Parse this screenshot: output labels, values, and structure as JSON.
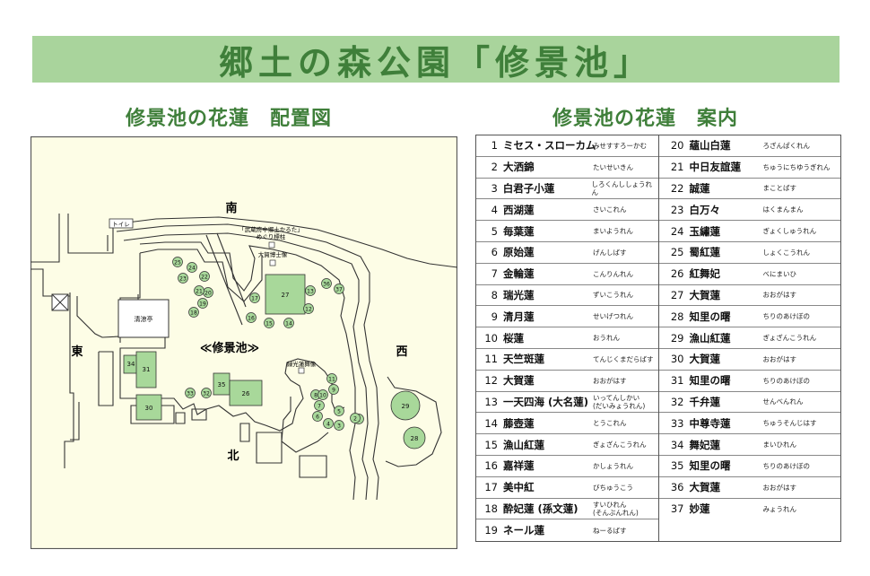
{
  "title": "郷土の森公園「修景池」",
  "map_title": "修景池の花蓮　配置図",
  "guide_title": "修景池の花蓮　案内",
  "map": {
    "directions": {
      "south": "南",
      "north": "北",
      "east": "東",
      "west": "西"
    },
    "pond_label": "≪修景池≫",
    "toilet_label": "トイレ",
    "seiryotei_label": "清涼亭",
    "karuta_label_1": "「武蔵府中郷土かるた」",
    "karuta_label_2": "めぐり標柱",
    "statue_1": "大賀博士像",
    "statue_2": "緑光蓮舞像",
    "beds": [
      "1",
      "2",
      "3",
      "4",
      "5",
      "6",
      "7",
      "8",
      "9",
      "10",
      "11",
      "12",
      "13",
      "14",
      "15",
      "16",
      "17",
      "18",
      "19",
      "20",
      "21",
      "22",
      "23",
      "24",
      "25",
      "26",
      "27",
      "28",
      "29",
      "30",
      "31",
      "32",
      "33",
      "34",
      "35",
      "36",
      "37"
    ]
  },
  "guide": {
    "left": [
      {
        "num": "1",
        "name": "ミセス・スローカム",
        "reading": "みせすすろーかむ"
      },
      {
        "num": "2",
        "name": "大洒錦",
        "reading": "たいせいきん"
      },
      {
        "num": "3",
        "name": "白君子小蓮",
        "reading": "しろくんししょうれん"
      },
      {
        "num": "4",
        "name": "西湖蓮",
        "reading": "さいこれん"
      },
      {
        "num": "5",
        "name": "毎葉蓮",
        "reading": "まいようれん"
      },
      {
        "num": "6",
        "name": "原始蓮",
        "reading": "げんしばす"
      },
      {
        "num": "7",
        "name": "金輪蓮",
        "reading": "こんりんれん"
      },
      {
        "num": "8",
        "name": "瑞光蓮",
        "reading": "ずいこうれん"
      },
      {
        "num": "9",
        "name": "清月蓮",
        "reading": "せいげつれん"
      },
      {
        "num": "10",
        "name": "桜蓮",
        "reading": "おうれん"
      },
      {
        "num": "11",
        "name": "天竺斑蓮",
        "reading": "てんじくまだらばす"
      },
      {
        "num": "12",
        "name": "大賀蓮",
        "reading": "おおがはす"
      },
      {
        "num": "13",
        "name": "一天四海 (大名蓮)",
        "reading": "いってんしかい\n(だいみょうれん)"
      },
      {
        "num": "14",
        "name": "藤壺蓮",
        "reading": "とうこれん"
      },
      {
        "num": "15",
        "name": "漁山紅蓮",
        "reading": "ぎょざんこうれん"
      },
      {
        "num": "16",
        "name": "嘉祥蓮",
        "reading": "かしょうれん"
      },
      {
        "num": "17",
        "name": "美中紅",
        "reading": "びちゅうこう"
      },
      {
        "num": "18",
        "name": "酔妃蓮 (孫文蓮)",
        "reading": "すいひれん\n(そんぶんれん)"
      },
      {
        "num": "19",
        "name": "ネール蓮",
        "reading": "ねーるばす"
      }
    ],
    "right": [
      {
        "num": "20",
        "name": "蘊山白蓮",
        "reading": "ろざんぱくれん"
      },
      {
        "num": "21",
        "name": "中日友誼蓮",
        "reading": "ちゅうにちゆうぎれん"
      },
      {
        "num": "22",
        "name": "誠蓮",
        "reading": "まことばす"
      },
      {
        "num": "23",
        "name": "白万々",
        "reading": "はくまんまん"
      },
      {
        "num": "24",
        "name": "玉繡蓮",
        "reading": "ぎょくしゅうれん"
      },
      {
        "num": "25",
        "name": "蜀紅蓮",
        "reading": "しょくこうれん"
      },
      {
        "num": "26",
        "name": "紅舞妃",
        "reading": "べにまいひ"
      },
      {
        "num": "27",
        "name": "大賀蓮",
        "reading": "おおがはす"
      },
      {
        "num": "28",
        "name": "知里の曙",
        "reading": "ちりのあけぼの"
      },
      {
        "num": "29",
        "name": "漁山紅蓮",
        "reading": "ぎょざんこうれん"
      },
      {
        "num": "30",
        "name": "大賀蓮",
        "reading": "おおがはす"
      },
      {
        "num": "31",
        "name": "知里の曙",
        "reading": "ちりのあけぼの"
      },
      {
        "num": "32",
        "name": "千弁蓮",
        "reading": "せんべんれん"
      },
      {
        "num": "33",
        "name": "中尊寺蓮",
        "reading": "ちゅうそんじはす"
      },
      {
        "num": "34",
        "name": "舞妃蓮",
        "reading": "まいひれん"
      },
      {
        "num": "35",
        "name": "知里の曙",
        "reading": "ちりのあけぼの"
      },
      {
        "num": "36",
        "name": "大賀蓮",
        "reading": "おおがはす"
      },
      {
        "num": "37",
        "name": "妙蓮",
        "reading": "みょうれん"
      }
    ]
  },
  "colors": {
    "banner": "#a9d49c",
    "title_text": "#3f7f3a",
    "map_bg": "#fdfde6",
    "bed_fill": "#a8d89a"
  }
}
